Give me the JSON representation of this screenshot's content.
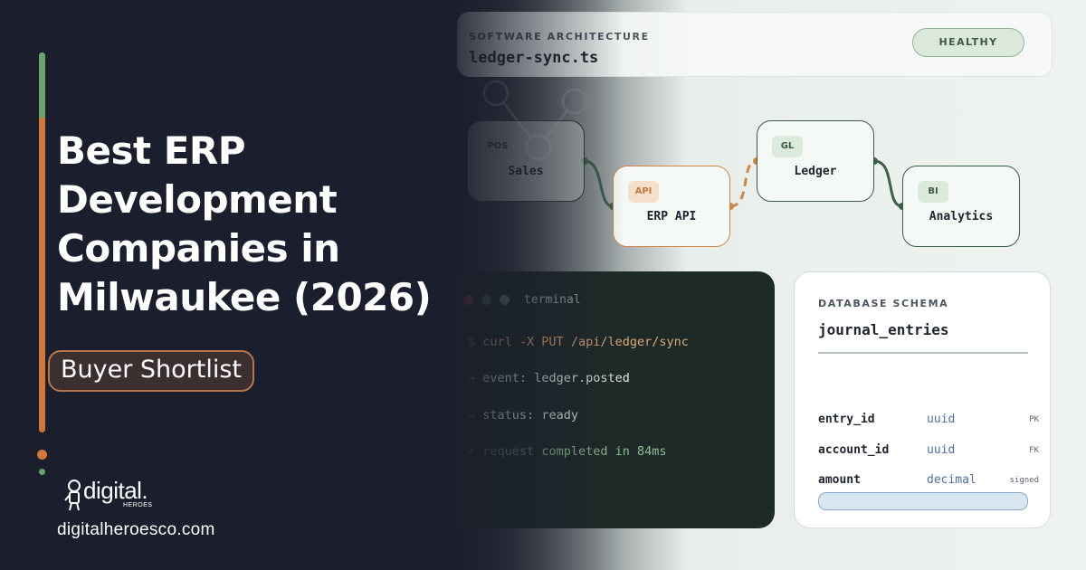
{
  "headline": {
    "lines": [
      "Best ERP",
      "Development",
      "Companies in",
      "Milwaukee (2026)"
    ]
  },
  "tag": "Buyer Shortlist",
  "brand": {
    "logo_text": "digital.",
    "logo_sub": "HEROES",
    "website": "digitalheroesco.com"
  },
  "file_card": {
    "label": "SOFTWARE ARCHITECTURE",
    "file_name": "ledger-sync.ts",
    "status": "HEALTHY"
  },
  "nodes": [
    {
      "chip": "POS",
      "label": "Sales"
    },
    {
      "chip": "API",
      "label": "ERP API"
    },
    {
      "chip": "GL",
      "label": "Ledger"
    },
    {
      "chip": "BI",
      "label": "Analytics"
    }
  ],
  "terminal": {
    "title": "terminal",
    "lines": [
      {
        "prefix": "$",
        "cmd": "curl -X PUT /api/ledger/sync"
      },
      {
        "prefix": "→",
        "key": "event:",
        "value": "ledger.posted"
      },
      {
        "prefix": "→",
        "key": "status:",
        "value": "ready"
      },
      {
        "prefix": "✓",
        "key": "request",
        "value": "completed in 84ms"
      }
    ]
  },
  "schema": {
    "label": "DATABASE SCHEMA",
    "table": "journal_entries",
    "columns": [
      {
        "name": "entry_id",
        "type": "uuid",
        "tag": "PK"
      },
      {
        "name": "account_id",
        "type": "uuid",
        "tag": "FK"
      },
      {
        "name": "amount",
        "type": "decimal",
        "tag": "signed"
      }
    ]
  },
  "colors": {
    "accent_orange": "#d1773a",
    "accent_green": "#6aa36c",
    "background_dark": "#1b1e2c",
    "healthy_fill": "#dbe9dc"
  }
}
